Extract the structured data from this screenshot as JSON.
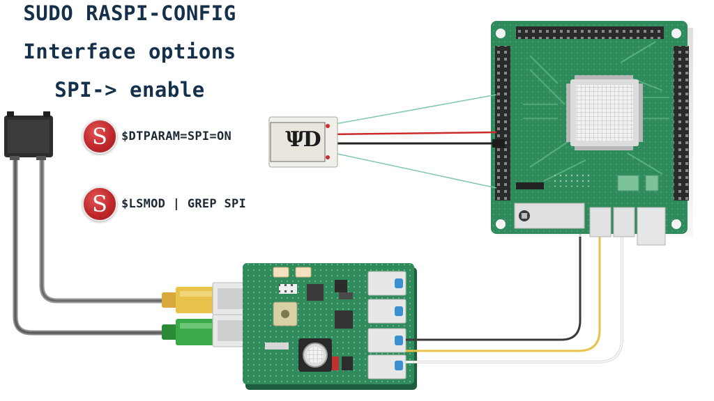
{
  "heading": {
    "line1": "SUDO RASPI-CONFIG",
    "line2": "Interface options",
    "line3": "SPI-> enable"
  },
  "commands": [
    {
      "icon": "s-badge-icon",
      "badge_letter": "S",
      "text": "$DTPARAM=SPI=ON"
    },
    {
      "icon": "s-badge-icon",
      "badge_letter": "S",
      "text": "$LSMOD | GREP SPI"
    }
  ],
  "spi_module": {
    "display_text": "ΨD"
  },
  "colors": {
    "heading": "#14304a",
    "badge_red": "#c0282a",
    "board_green": "#2f8a5c",
    "cable_dark": "#3a3a3a",
    "cable_yellow": "#e8c24a",
    "cable_green": "#2e9a3c",
    "wire_red": "#cc2a2a",
    "wire_teal": "#7fc6ad"
  }
}
